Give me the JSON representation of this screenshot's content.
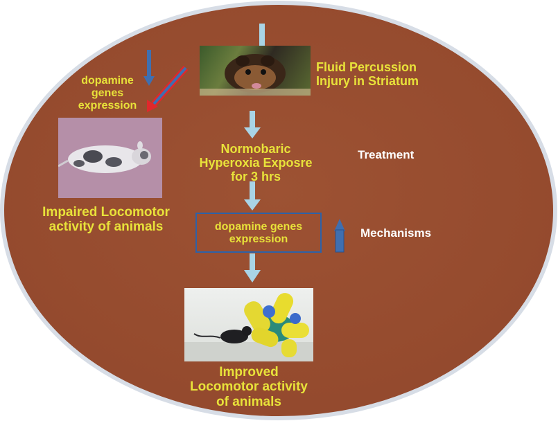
{
  "colors": {
    "ellipse_fill": "#9a4f32",
    "ellipse_edge": "#d7dde6",
    "label_yellow": "#e8e23a",
    "label_white": "#ffffff",
    "arrow_lightblue": "#a9d4e6",
    "arrow_blue": "#3f6fb0",
    "arrow_red_outline": "#e0282c",
    "box_border": "#2d62a8"
  },
  "injury": {
    "line1": "Fluid Percussion",
    "line2": "Injury in Striatum"
  },
  "dopamine_down": {
    "line1": "dopamine",
    "line2": "genes",
    "line3": "expression"
  },
  "impaired": {
    "line1": "Impaired Locomotor",
    "line2": "activity of animals"
  },
  "normobaric": {
    "line1": "Normobaric",
    "line2": "Hyperoxia Exposre",
    "line3": "for 3 hrs"
  },
  "treatment_label": "Treatment",
  "mechanism_box": {
    "line1": "dopamine genes",
    "line2": "expression"
  },
  "mechanisms_label": "Mechanisms",
  "improved": {
    "line1": "Improved",
    "line2": "Locomotor activity",
    "line3": "of animals"
  },
  "icons": {
    "hamster_photo": "hamster-photo-icon",
    "impaired_mouse_photo": "impaired-mouse-photo-icon",
    "active_mouse_toy_photo": "mouse-with-toy-photo-icon"
  }
}
